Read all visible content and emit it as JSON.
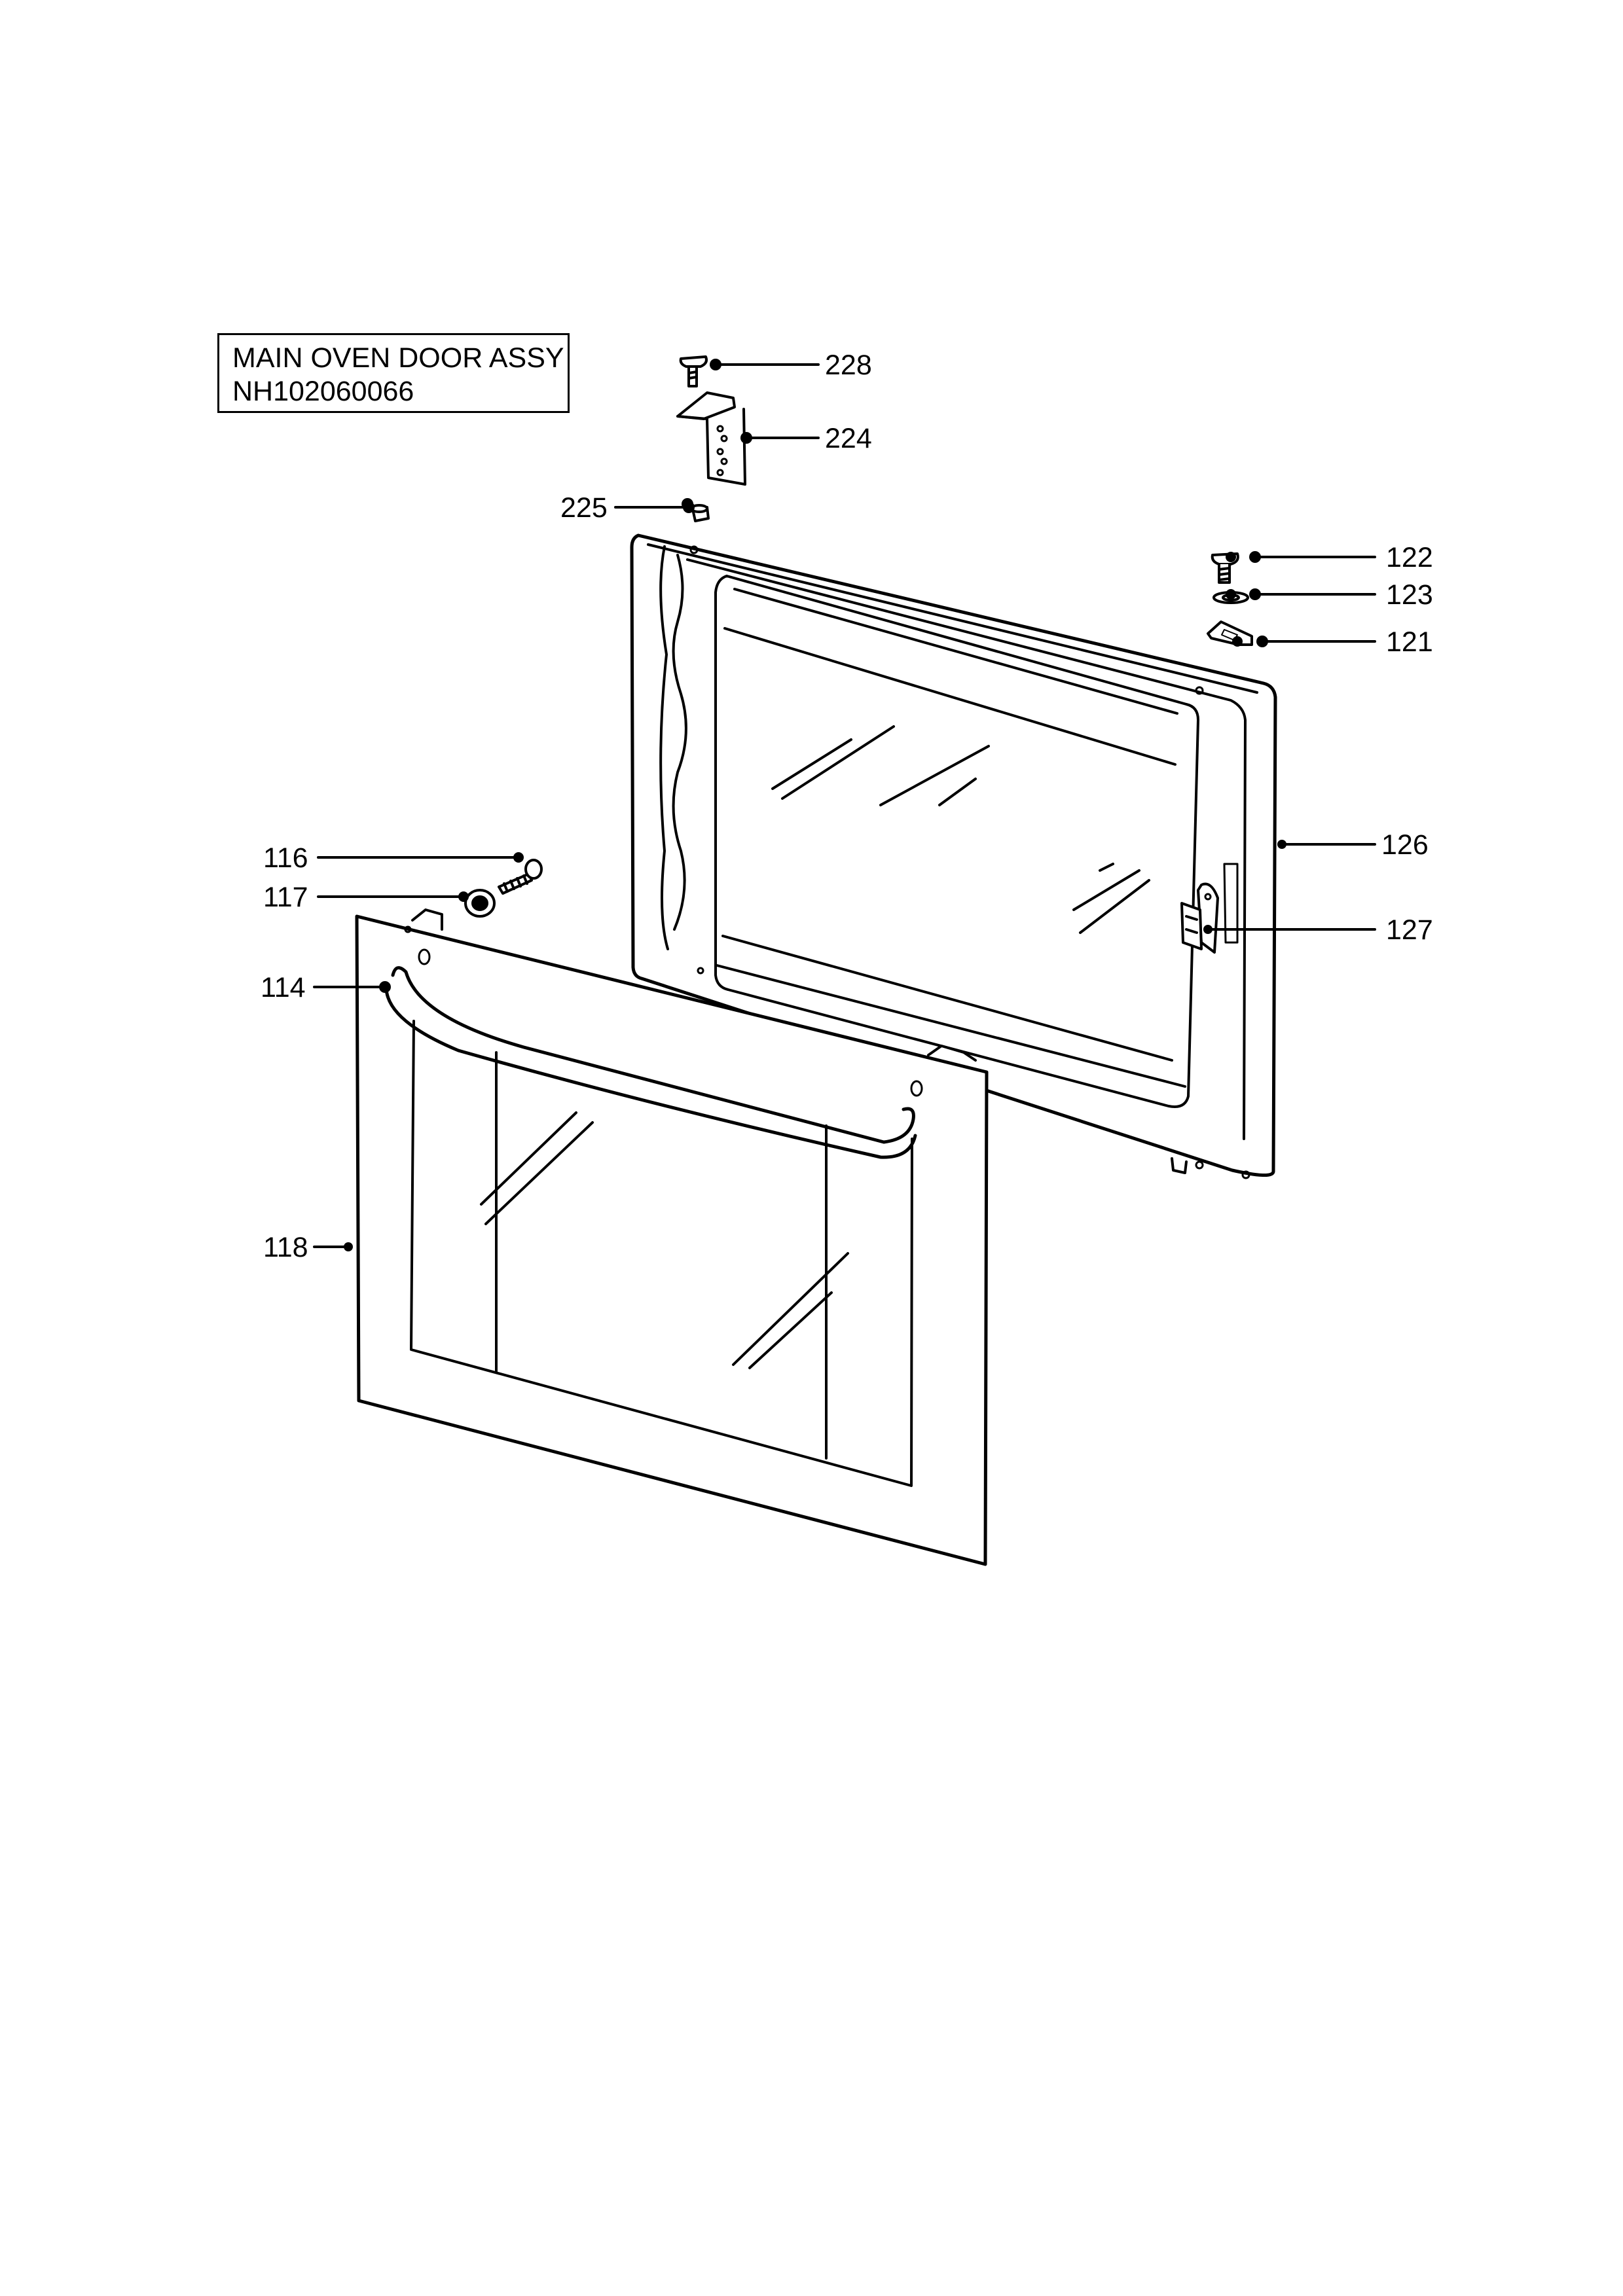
{
  "title": {
    "line1": "MAIN OVEN DOOR ASSY",
    "line2": "NH102060066"
  },
  "parts": {
    "p228": "228",
    "p224": "224",
    "p225": "225",
    "p122": "122",
    "p123": "123",
    "p121": "121",
    "p126": "126",
    "p127": "127",
    "p116": "116",
    "p117": "117",
    "p114": "114",
    "p118": "118"
  }
}
